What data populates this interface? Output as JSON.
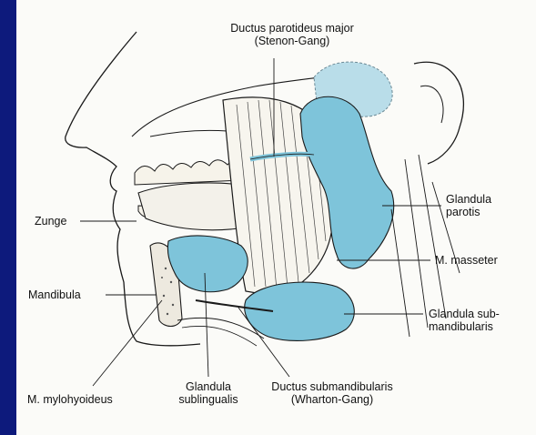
{
  "labels": {
    "ductus_parotideus_line1": "Ductus parotideus major",
    "ductus_parotideus_line2": "(Stenon-Gang)",
    "zunge": "Zunge",
    "glandula_parotis_line1": "Glandula",
    "glandula_parotis_line2": "parotis",
    "m_masseter": "M. masseter",
    "mandibula": "Mandibula",
    "glandula_submandibularis_line1": "Glandula sub-",
    "glandula_submandibularis_line2": "mandibularis",
    "m_mylohyoideus": "M. mylohyoideus",
    "glandula_sublingualis_line1": "Glandula",
    "glandula_sublingualis_line2": "sublingualis",
    "ductus_submandibularis_line1": "Ductus submandibularis",
    "ductus_submandibularis_line2": "(Wharton-Gang)"
  },
  "colors": {
    "background_frame": "#0d1a7c",
    "panel": "#fbfbf8",
    "gland_fill": "#7ec4da",
    "gland_fill_light": "#b9dde9",
    "line": "#1a1a1a"
  }
}
